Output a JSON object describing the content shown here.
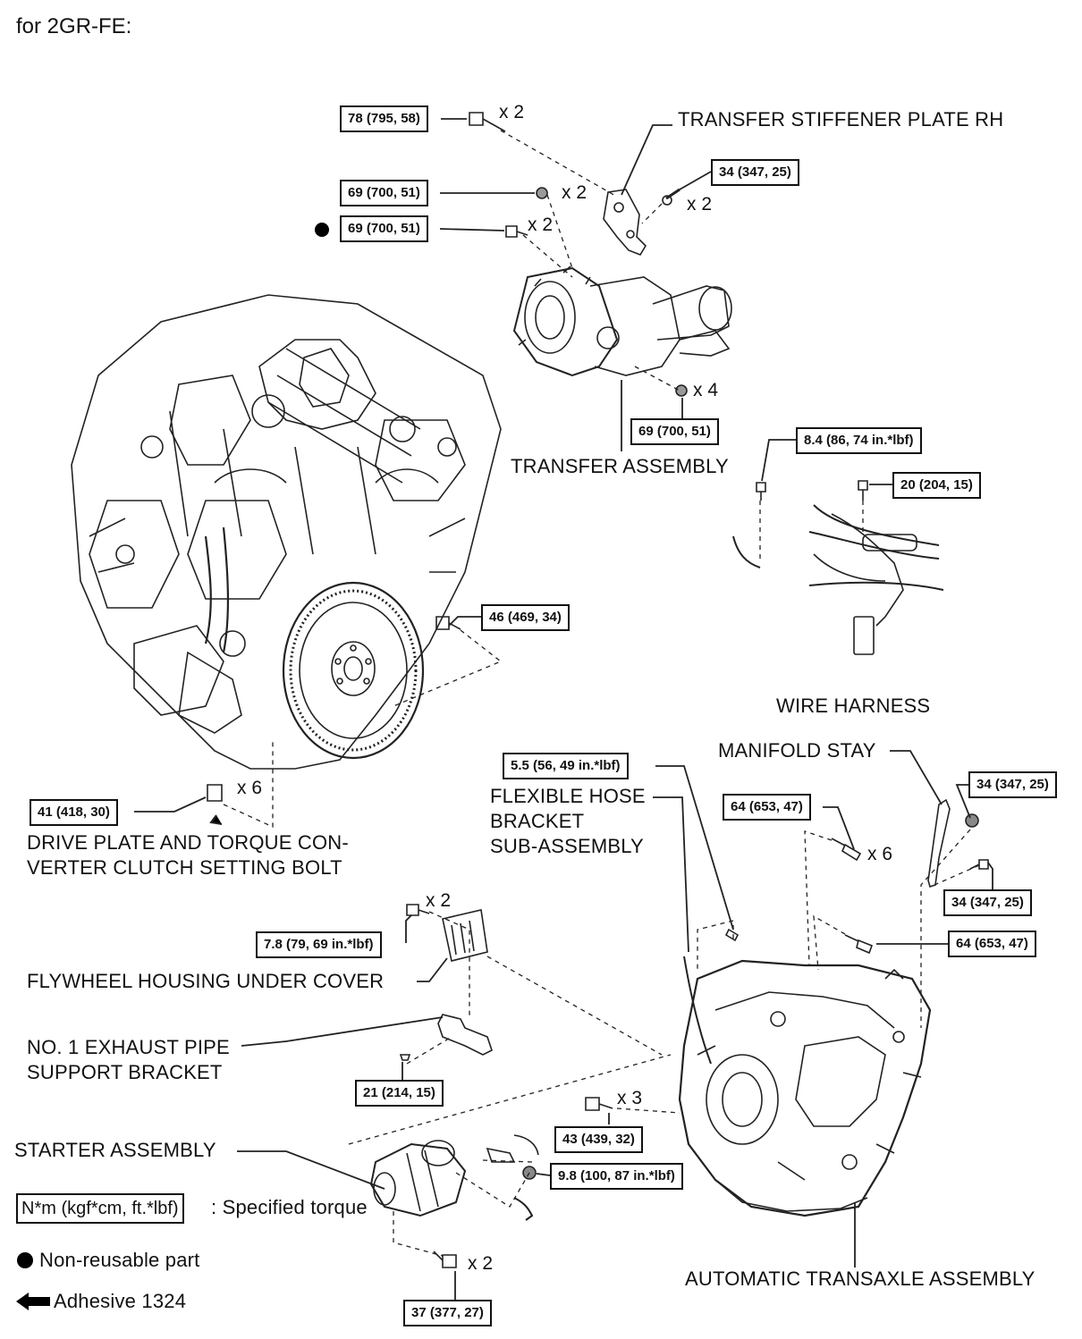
{
  "header": {
    "title": "for 2GR-FE:"
  },
  "labels": {
    "transfer_stiffener": "TRANSFER STIFFENER PLATE RH",
    "transfer_assembly": "TRANSFER ASSEMBLY",
    "wire_harness": "WIRE HARNESS",
    "manifold_stay": "MANIFOLD STAY",
    "flexible_hose_1": "FLEXIBLE HOSE",
    "flexible_hose_2": "BRACKET",
    "flexible_hose_3": "SUB-ASSEMBLY",
    "drive_plate_1": "DRIVE PLATE AND TORQUE CON-",
    "drive_plate_2": "VERTER CLUTCH SETTING BOLT",
    "flywheel_cover": "FLYWHEEL HOUSING UNDER COVER",
    "exhaust_bracket_1": "NO. 1 EXHAUST PIPE",
    "exhaust_bracket_2": "SUPPORT BRACKET",
    "starter": "STARTER ASSEMBLY",
    "transaxle": "AUTOMATIC TRANSAXLE ASSEMBLY"
  },
  "torque": {
    "t78": "78 (795, 58)",
    "t69a": "69 (700, 51)",
    "t69b": "69 (700, 51)",
    "t34a": "34 (347, 25)",
    "t69c": "69 (700, 51)",
    "t84": "8.4 (86, 74 in.*lbf)",
    "t20": "20 (204, 15)",
    "t46": "46 (469, 34)",
    "t41": "41 (418, 30)",
    "t55": "5.5 (56, 49 in.*lbf)",
    "t64a": "64 (653, 47)",
    "t34b": "34 (347, 25)",
    "t34c": "34 (347, 25)",
    "t64b": "64 (653, 47)",
    "t78b": "7.8 (79, 69 in.*lbf)",
    "t21": "21 (214, 15)",
    "t43": "43 (439, 32)",
    "t98": "9.8 (100, 87 in.*lbf)",
    "t37": "37 (377, 27)"
  },
  "quantities": {
    "q1": "x 2",
    "q2": "x 2",
    "q3": "x 2",
    "q4": "x 2",
    "q5": "x 4",
    "q6": "x 6",
    "q7": "x 6",
    "q8": "x 2",
    "q9": "x 3",
    "q10": "x 2"
  },
  "legend": {
    "torque_unit": "N*m (kgf*cm, ft.*lbf)",
    "torque_desc": ": Specified torque",
    "non_reusable": "Non-reusable part",
    "adhesive": "Adhesive 1324"
  }
}
